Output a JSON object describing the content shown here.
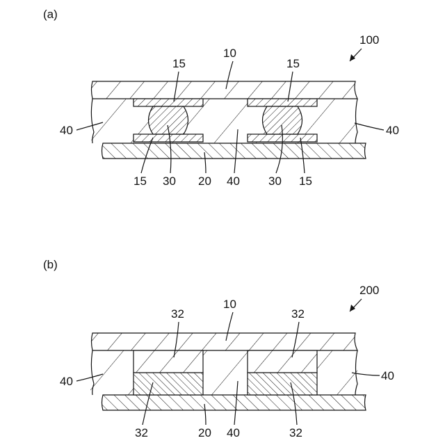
{
  "figure_a": {
    "panel_label": "(a)",
    "ref_number": "100",
    "labels": {
      "top_substrate": "10",
      "bottom_substrate": "20",
      "pad_top_left": "15",
      "pad_top_right": "15",
      "pad_bottom_left": "15",
      "pad_bottom_right": "15",
      "bump_left": "30",
      "bump_right": "30",
      "fill_left": "40",
      "fill_center": "40",
      "fill_right": "40"
    }
  },
  "figure_b": {
    "panel_label": "(b)",
    "ref_number": "200",
    "labels": {
      "top_substrate": "10",
      "bottom_substrate": "20",
      "conductor_top_left": "32",
      "conductor_top_right": "32",
      "conductor_bottom_left": "32",
      "conductor_bottom_right": "32",
      "fill_left": "40",
      "fill_center": "40",
      "fill_right": "40"
    }
  }
}
